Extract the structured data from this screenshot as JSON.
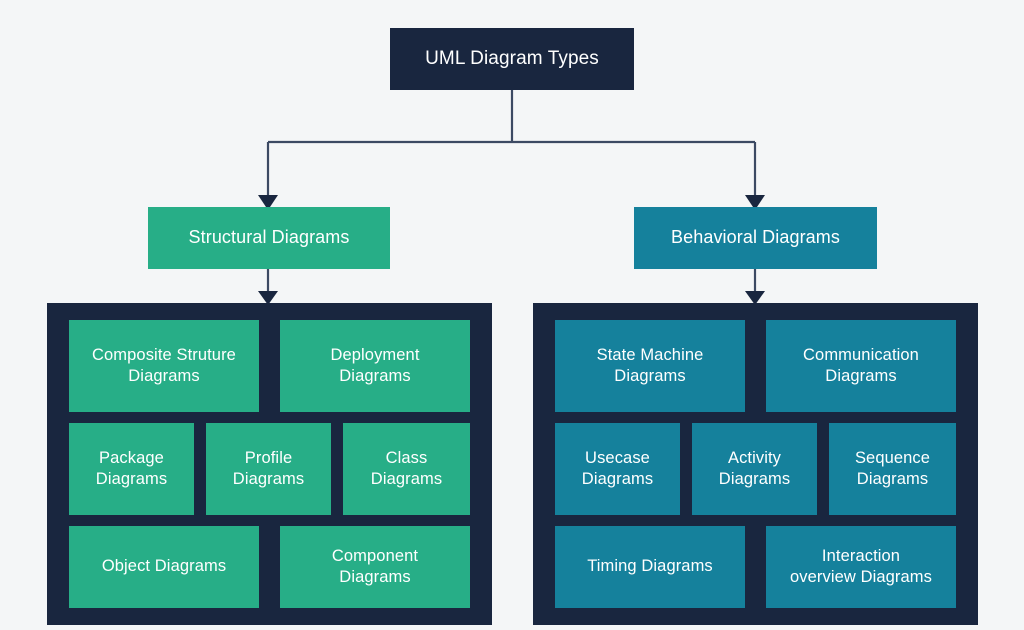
{
  "page": {
    "background_color": "#f4f6f7",
    "title": "UML Diagram Types"
  },
  "colors": {
    "navy": "#19263f",
    "green": "#27ae87",
    "teal": "#15819c",
    "connector": "#3c4a63",
    "text": "#ffffff"
  },
  "root": {
    "label": "UML Diagram Types",
    "color": "#19263f"
  },
  "branches": [
    {
      "id": "structural",
      "label": "Structural Diagrams",
      "color": "#27ae87",
      "rows": [
        [
          {
            "label": "Composite Struture\nDiagrams"
          },
          {
            "label": "Deployment\nDiagrams"
          }
        ],
        [
          {
            "label": "Package\nDiagrams"
          },
          {
            "label": "Profile\nDiagrams"
          },
          {
            "label": "Class\nDiagrams"
          }
        ],
        [
          {
            "label": "Object Diagrams"
          },
          {
            "label": "Component\nDiagrams"
          }
        ]
      ]
    },
    {
      "id": "behavioral",
      "label": "Behavioral Diagrams",
      "color": "#15819c",
      "rows": [
        [
          {
            "label": "State Machine\nDiagrams"
          },
          {
            "label": "Communication\nDiagrams"
          }
        ],
        [
          {
            "label": "Usecase\nDiagrams"
          },
          {
            "label": "Activity\nDiagrams"
          },
          {
            "label": "Sequence\nDiagrams"
          }
        ],
        [
          {
            "label": "Timing Diagrams"
          },
          {
            "label": "Interaction\noverview Diagrams"
          }
        ]
      ]
    }
  ]
}
